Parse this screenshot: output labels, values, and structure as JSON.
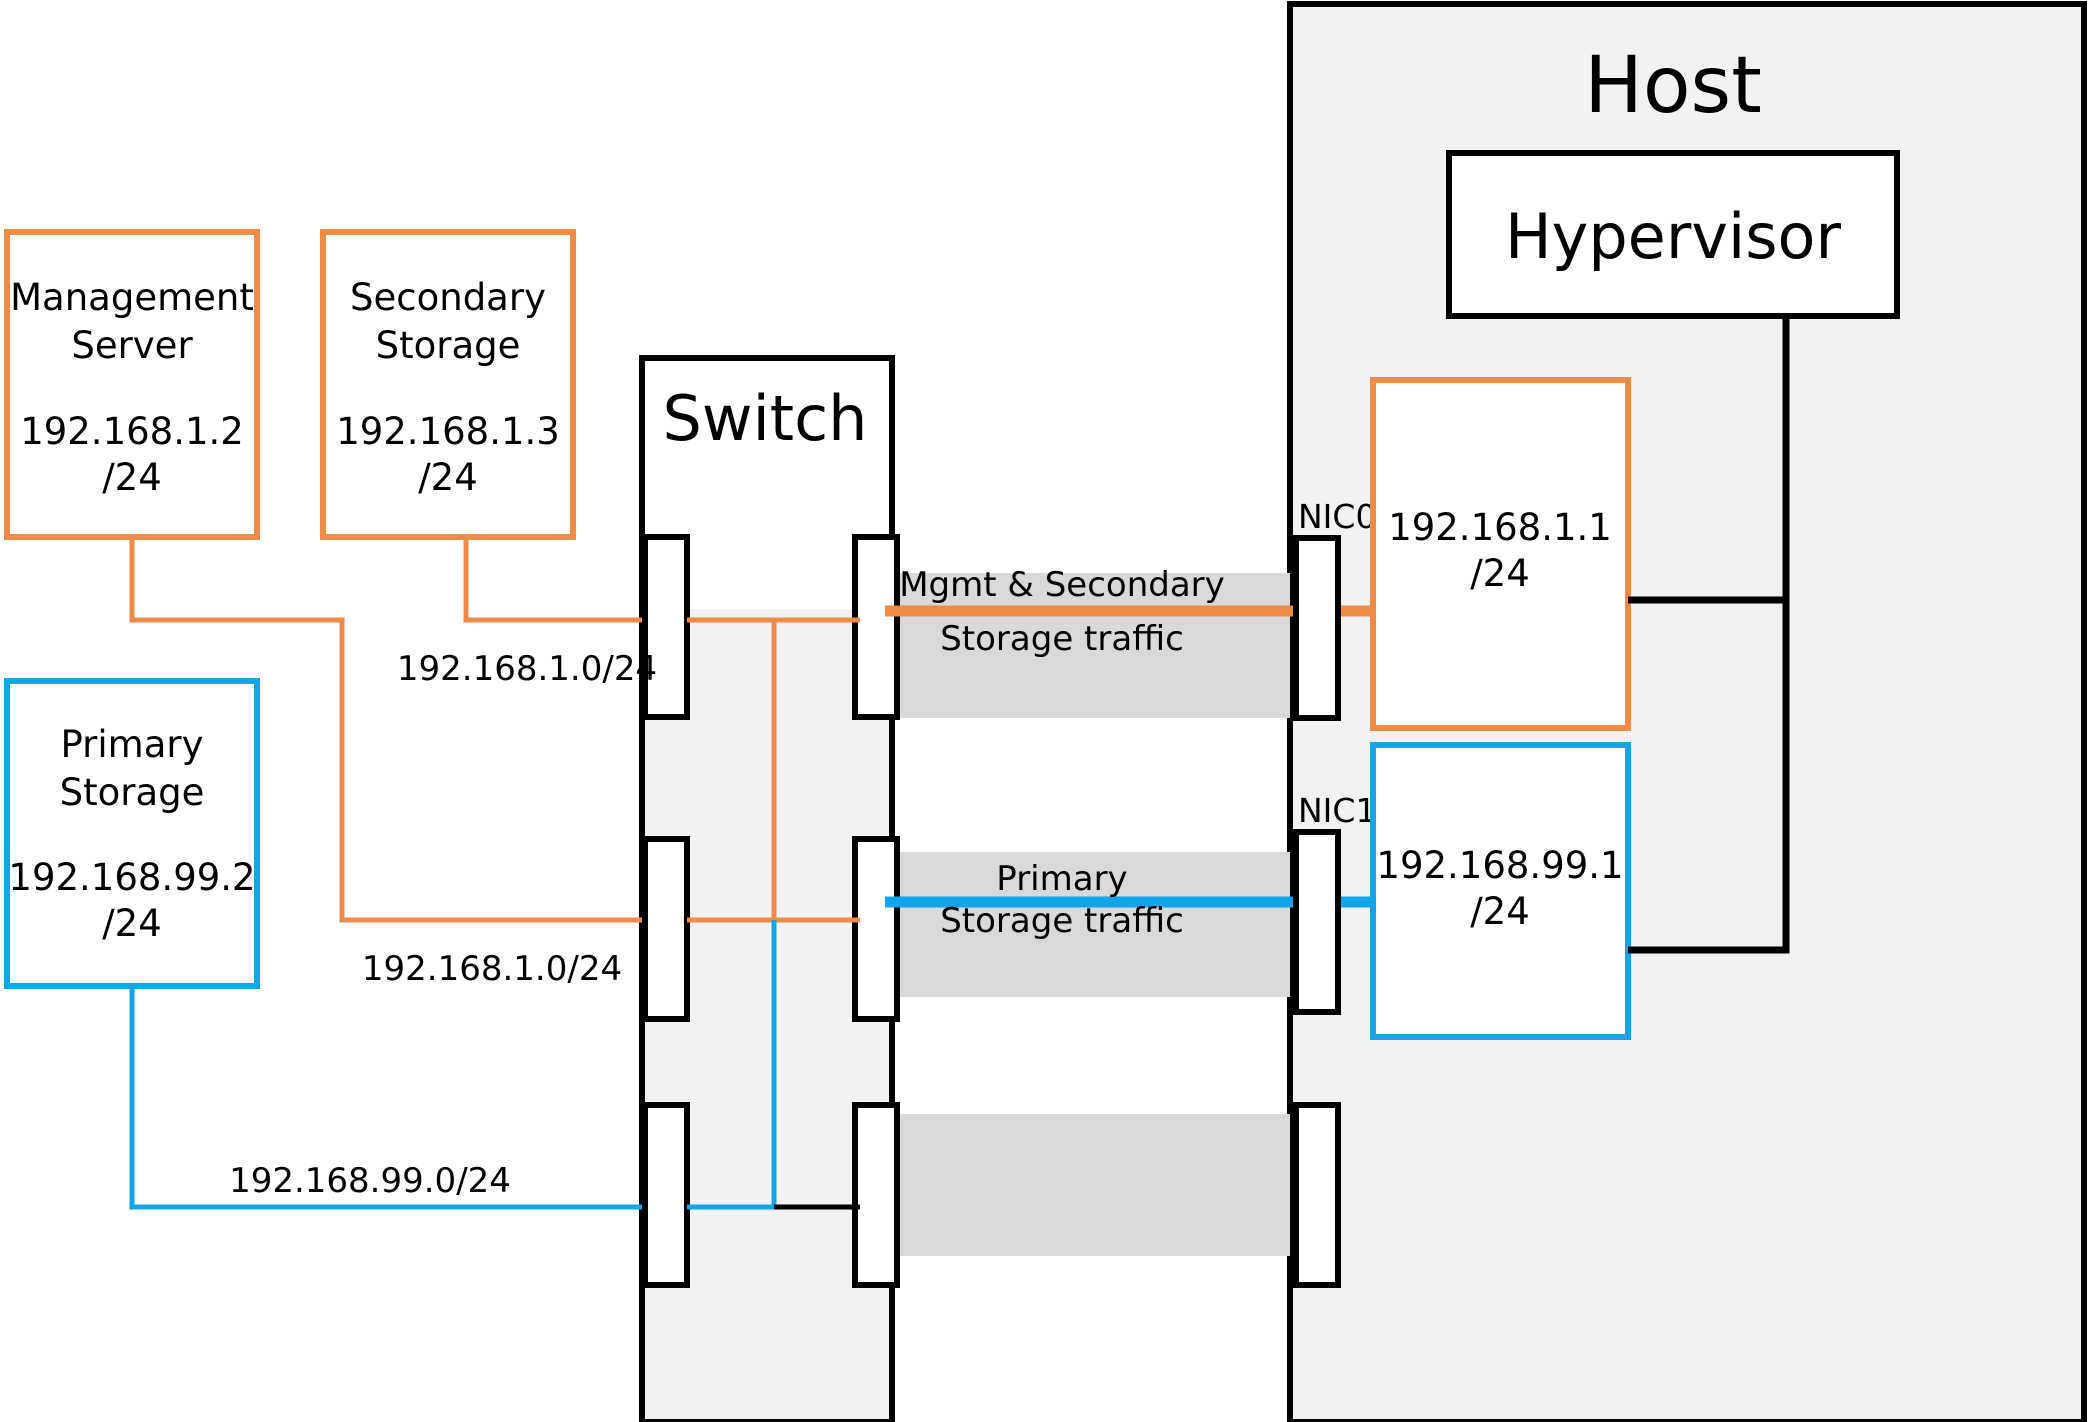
{
  "diagram": {
    "title": "CloudStack basic network topology: Management/Secondary storage and Primary storage traffic separated across two host NICs via a switch",
    "colors": {
      "orange": "#ED8B47",
      "blue": "#12A5E8",
      "black": "#000000",
      "band_gray": "#D9D9D9",
      "container_fill": "#F2F2F2"
    },
    "nodes": {
      "management_server": {
        "name": "Management\nServer",
        "line1": "Management",
        "line2": "Server",
        "ip": "192.168.1.2",
        "mask": "/24"
      },
      "secondary_storage": {
        "line1": "Secondary",
        "line2": "Storage",
        "ip": "192.168.1.3",
        "mask": "/24"
      },
      "primary_storage": {
        "line1": "Primary",
        "line2": "Storage",
        "ip": "192.168.99.2",
        "mask": "/24"
      },
      "switch": {
        "title": "Switch"
      },
      "host": {
        "title": "Host"
      },
      "hypervisor": {
        "title": "Hypervisor"
      },
      "host_nic0_iface": {
        "ip": "192.168.1.1",
        "mask": "/24"
      },
      "host_nic1_iface": {
        "ip": "192.168.99.1",
        "mask": "/24"
      }
    },
    "nic_labels": {
      "nic0": "NIC0",
      "nic1": "NIC1"
    },
    "network_labels": {
      "mgmt_top": "192.168.1.0/24",
      "mgmt_bottom": "192.168.1.0/24",
      "primary": "192.168.99.0/24"
    },
    "traffic_labels": {
      "mgmt_line1": "Mgmt & Secondary",
      "mgmt_line2": "Storage traffic",
      "primary_line1": "Primary",
      "primary_line2": "Storage traffic"
    }
  }
}
